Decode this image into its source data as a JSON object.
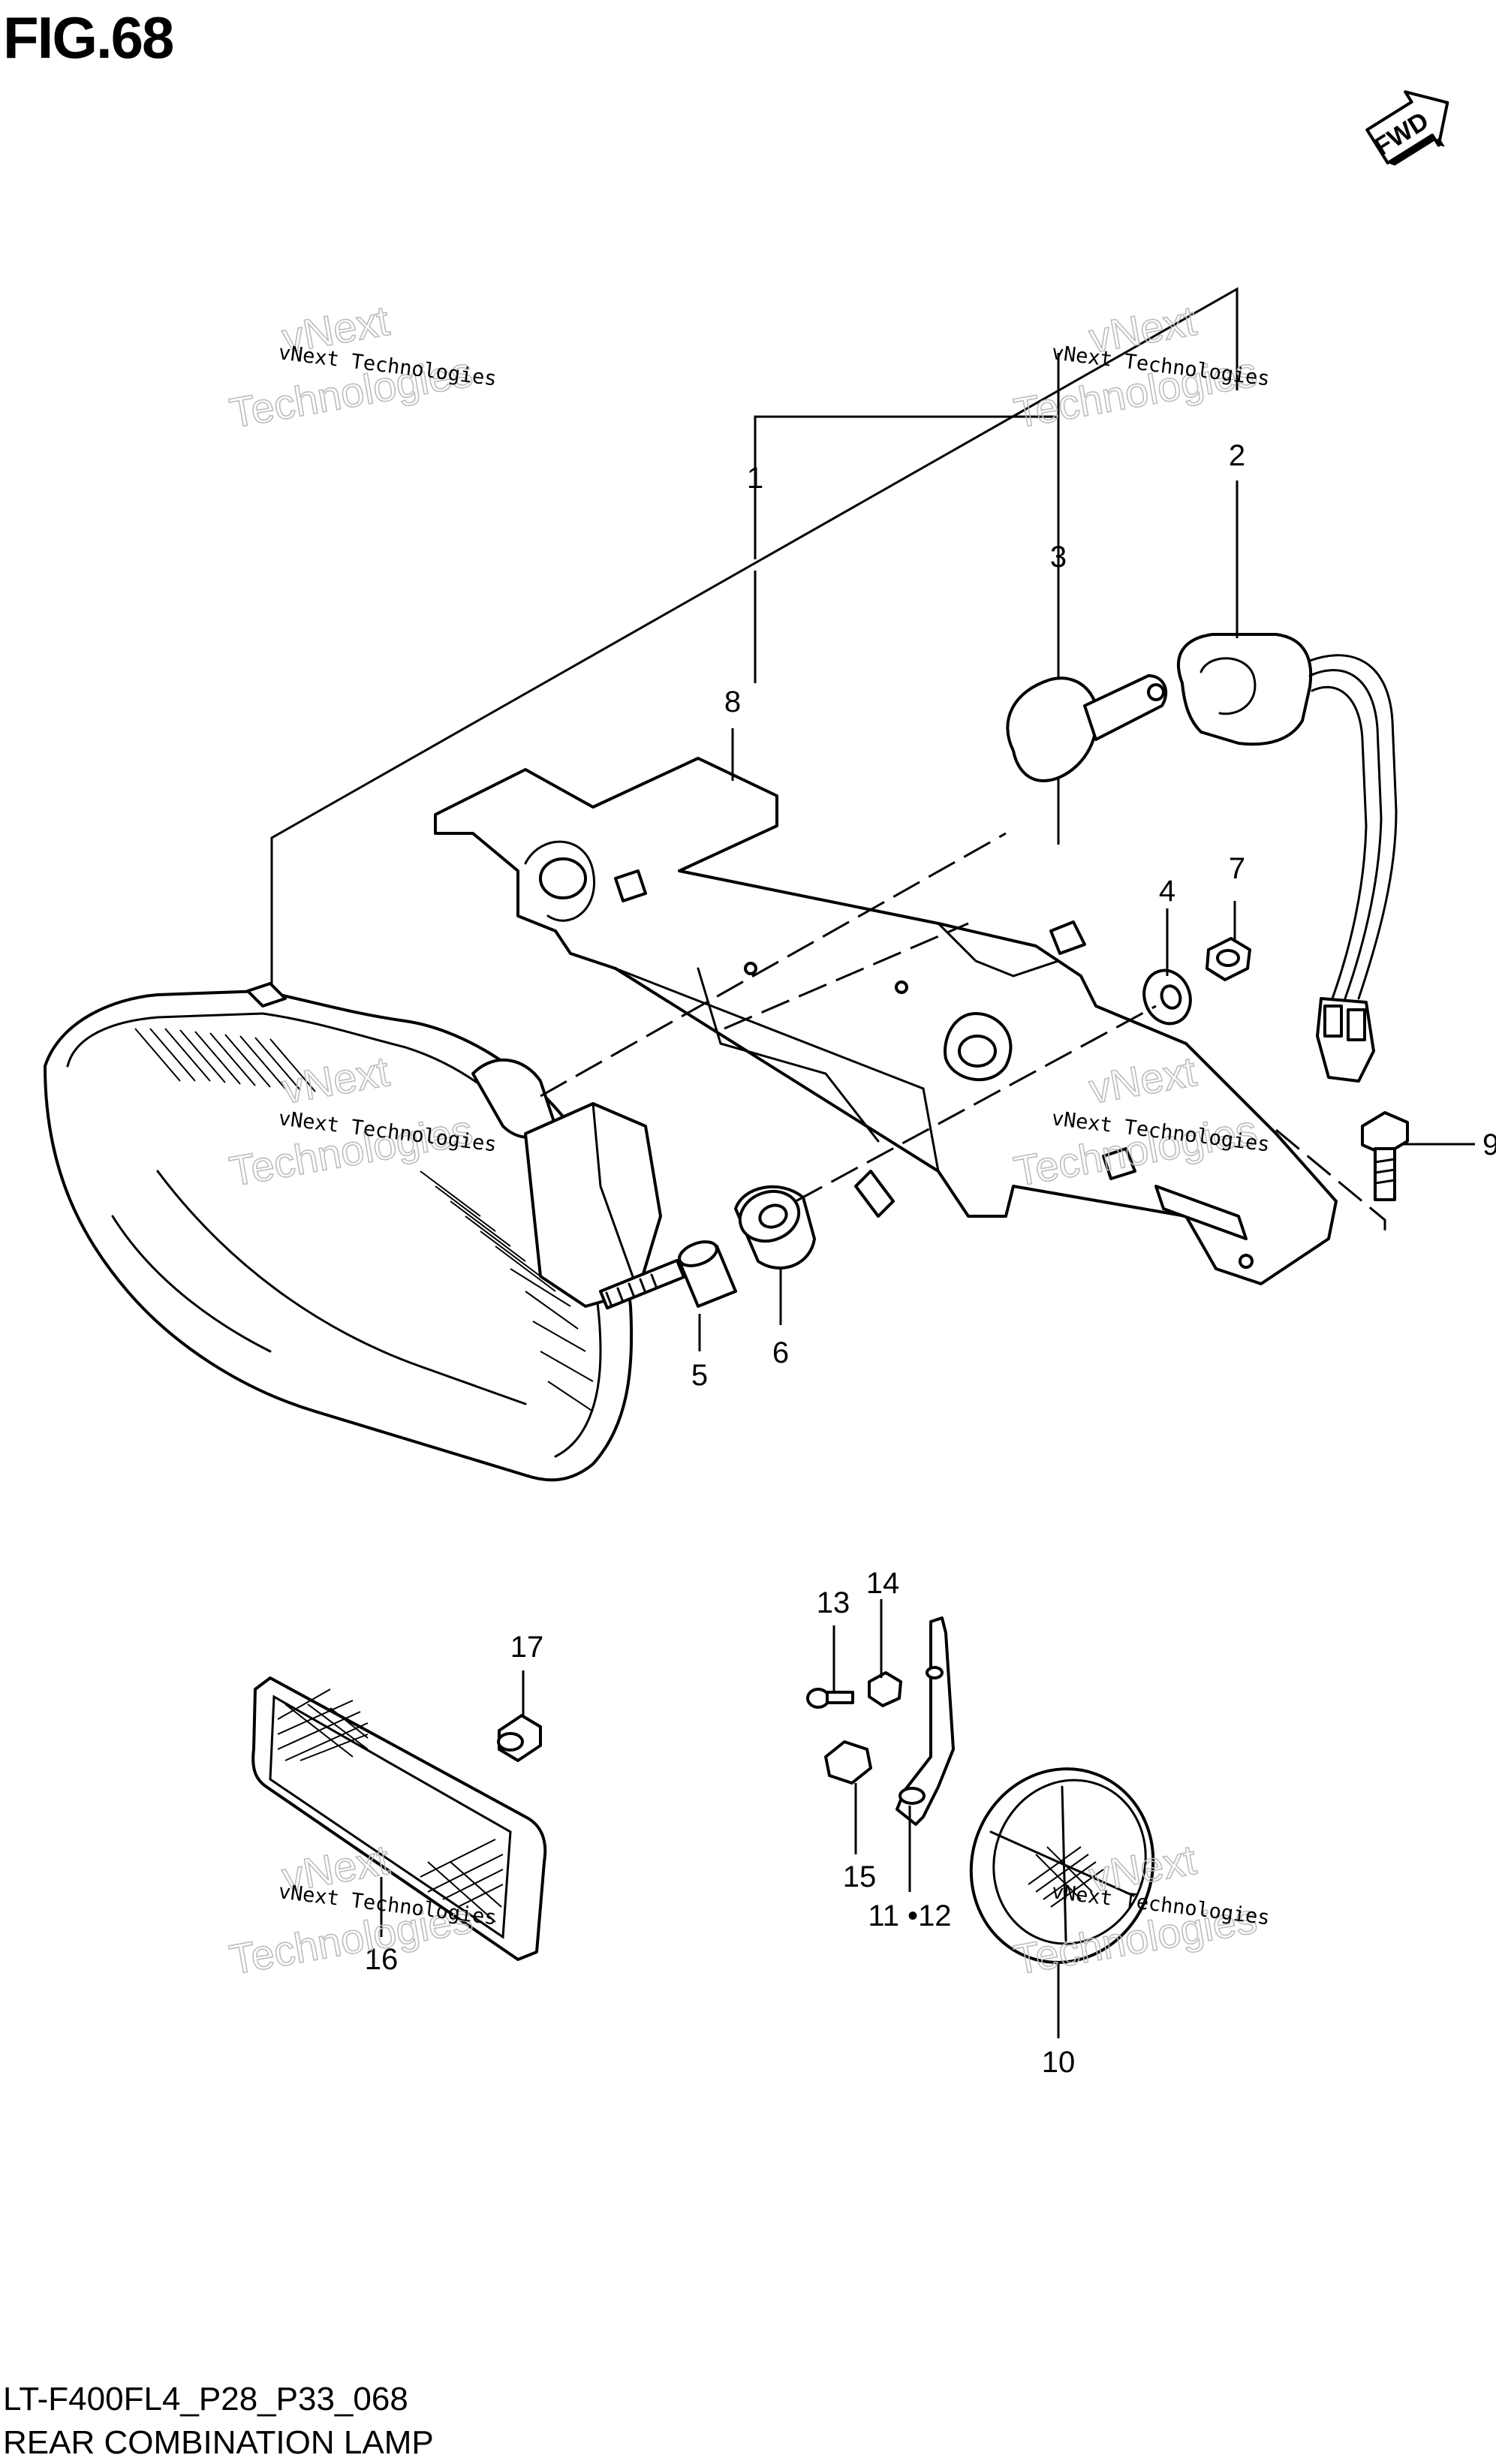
{
  "figure": {
    "title": "FIG.68",
    "model_code": "LT-F400FL4_P28_P33_068",
    "name": "REAR COMBINATION LAMP"
  },
  "fwd_label": "FWD",
  "watermark": {
    "line1": "vNext Technologies",
    "ghost_top": "vNext",
    "ghost_bottom": "Technologies"
  },
  "callouts": {
    "c1": "1",
    "c2": "2",
    "c3": "3",
    "c4": "4",
    "c5": "5",
    "c6": "6",
    "c7": "7",
    "c8": "8",
    "c9": "9",
    "c10": "10",
    "c11_12": "11 •12",
    "c13": "13",
    "c14": "14",
    "c15": "15",
    "c16": "16",
    "c17": "17"
  }
}
